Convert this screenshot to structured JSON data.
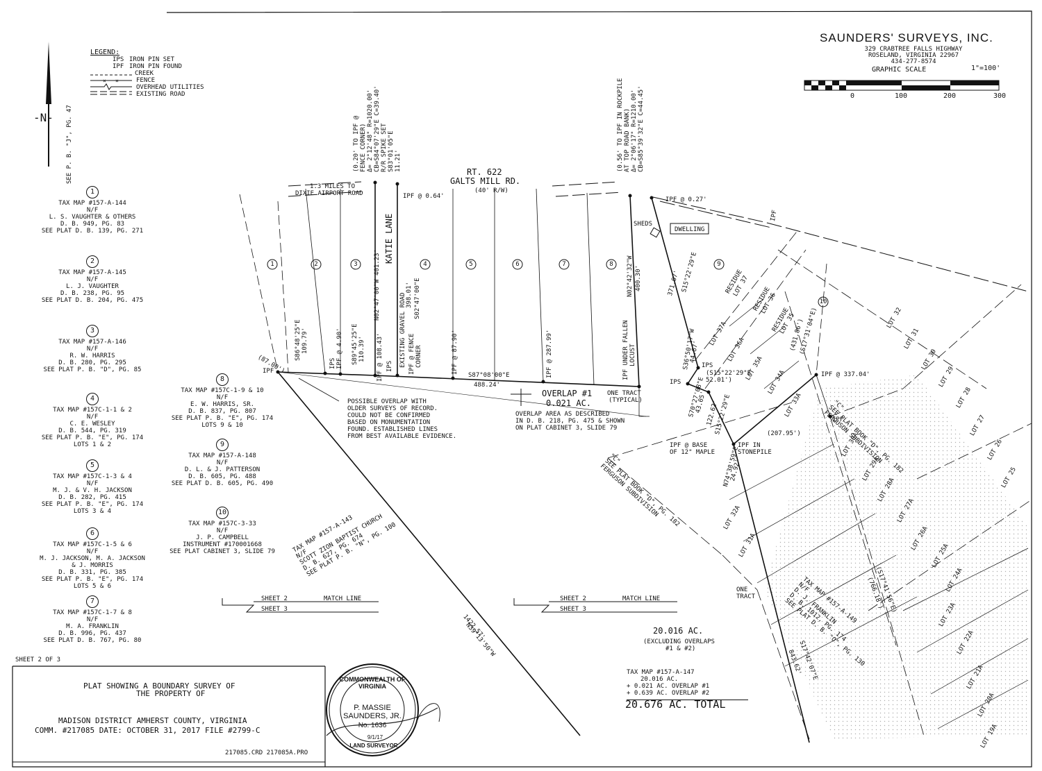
{
  "company": {
    "name": "SAUNDERS' SURVEYS, INC.",
    "address1": "329 CRABTREE FALLS HIGHWAY",
    "address2": "ROSELAND, VIRGINIA  22967",
    "phone": "434-277-8574",
    "graphic_scale_label": "GRAPHIC SCALE",
    "scale_ratio": "1\"=100'",
    "scale_ticks": [
      "0",
      "100",
      "200",
      "300"
    ]
  },
  "north": {
    "label": "-N-",
    "see_plat": "SEE P. B. \"J\", PG. 47"
  },
  "legend": {
    "title": "LEGEND:",
    "items": [
      {
        "code": "IPS",
        "text": "IRON PIN SET"
      },
      {
        "code": "IPF",
        "text": "IRON PIN FOUND"
      },
      {
        "code": "",
        "text": "CREEK"
      },
      {
        "code": "",
        "text": "FENCE"
      },
      {
        "code": "",
        "text": "OVERHEAD UTILITIES"
      },
      {
        "code": "",
        "text": "EXISTING ROAD"
      }
    ]
  },
  "owners_left": [
    {
      "num": "1",
      "lines": [
        "TAX MAP #157-A-144",
        "N/F",
        "L. S. VAUGHTER & OTHERS",
        "D. B. 949, PG. 83",
        "SEE PLAT D. B. 139, PG. 271"
      ]
    },
    {
      "num": "2",
      "lines": [
        "TAX MAP #157-A-145",
        "N/F",
        "L. J. VAUGHTER",
        "D. B. 238, PG. 95",
        "SEE PLAT D. B. 204, PG. 475"
      ]
    },
    {
      "num": "3",
      "lines": [
        "TAX MAP #157-A-146",
        "N/F",
        "R. W. HARRIS",
        "D. B. 280, PG. 295",
        "SEE PLAT P. B. \"D\", PG. 85"
      ]
    },
    {
      "num": "4",
      "lines": [
        "TAX MAP #157C-1-1 & 2",
        "N/F",
        "C. E. WESLEY",
        "D. B. 544, PG. 319",
        "SEE PLAT P. B. \"E\", PG. 174",
        "LOTS 1 & 2"
      ]
    },
    {
      "num": "5",
      "lines": [
        "TAX MAP #157C-1-3 & 4",
        "N/F",
        "M. J. & V. H. JACKSON",
        "D. B. 282, PG. 415",
        "SEE PLAT P. B. \"E\", PG. 174",
        "LOTS 3 & 4"
      ]
    },
    {
      "num": "6",
      "lines": [
        "TAX MAP #157C-1-5 & 6",
        "N/F",
        "M. J. JACKSON, M. A. JACKSON",
        "& J. MORRIS",
        "D. B. 331, PG. 385",
        "SEE PLAT P. B. \"E\", PG. 174",
        "LOTS 5 & 6"
      ]
    },
    {
      "num": "7",
      "lines": [
        "TAX MAP #157C-1-7 & 8",
        "N/F",
        "M. A. FRANKLIN",
        "D. B. 996, PG. 437",
        "SEE PLAT D. B. 767, PG. 80"
      ]
    }
  ],
  "owners_mid": [
    {
      "num": "8",
      "lines": [
        "TAX MAP #157C-1-9 & 10",
        "N/F",
        "E. W. HARRIS, SR.",
        "D. B. 837, PG. 807",
        "SEE PLAT P. B. \"E\", PG. 174",
        "LOTS 9 & 10"
      ]
    },
    {
      "num": "9",
      "lines": [
        "TAX MAP #157-A-148",
        "N/F",
        "D. L. & J. PATTERSON",
        "D. B. 605, PG. 488",
        "SEE PLAT D. B. 605, PG. 490"
      ]
    },
    {
      "num": "10",
      "lines": [
        "TAX MAP #157C-3-33",
        "N/F",
        "J. P. CAMPBELL",
        "INSTRUMENT #170001668",
        "SEE PLAT CABINET 3, SLIDE 79"
      ]
    }
  ],
  "road": {
    "route": "RT. 622",
    "name": "GALTS MILL RD.",
    "rw": "(40' R/W)",
    "dixie": "1.3 MILES TO",
    "dixie2": "DIXIE AIRPORT ROAD",
    "katie": "KATIE LANE",
    "gravel": "EXISTING GRAVEL ROAD"
  },
  "curve_notes": {
    "left": [
      "(0.20' TO IPF @",
      "FENCE CORNER)",
      "Δ= 2°12'48\" R=1020.00'",
      "CB=S84°07'29\"E C=39.40'",
      "R/R SPIKE SET",
      "S83°01'05\"E",
      "11.21'"
    ],
    "right": [
      "(0.56' TO IPF IN ROCKPILE",
      "AT TOP ROAD BANK)",
      "Δ= 2°06'17\" R=1210.00'",
      "CB=S85°39'32\"E C=44.45'"
    ]
  },
  "plat_labels": {
    "ipf_064": "IPF @ 0.64'",
    "ipf_027": "IPF @ 0.27'",
    "sheds": "SHEDS",
    "dwelling": "DWELLING",
    "ipf": "IPF",
    "ips": "IPS",
    "n02_a": "N02°47'00\"W 401.23'",
    "s02": "S02°47'00\"E",
    "s02_len": "398.01'",
    "n02_b": "N02°42'32\"W",
    "n02_b_len": "400.30'",
    "s15_a": "S15°22'29\"E",
    "s15_a_len": "371.07'",
    "s86": "S86°48'25\"E",
    "s86_len": "109.79'",
    "s89": "S89°45'25\"E",
    "s89_len": "110.39'",
    "ipf_490": "IPF @ 4.90'",
    "ipf_10843": "IPF @ 108.43'",
    "ipf_fence": "IPF @ FENCE",
    "corner": "CORNER",
    "ipf_8790": "IPF @ 87.90'",
    "ipf_28799": "IPF @ 287.99'",
    "ipf_under": "IPF UNDER FALLEN",
    "locust": "LOCUST",
    "s87": "S87°08'00\"E",
    "s87_len": "488.24'",
    "one_tract": "ONE TRACT",
    "typical": "(TYPICAL)",
    "overlap1": "OVERLAP #1",
    "overlap1_ac": "0.021 AC.",
    "overlap1_note": [
      "OVERLAP AREA AS DESCRIBED",
      "IN D. B. 218, PG. 475 & SHOWN",
      "ON PLAT CABINET 3, SLIDE 79"
    ],
    "possible": [
      "POSSIBLE OVERLAP WITH",
      "OLDER SURVEYS OF RECORD.",
      "COULD NOT BE CONFIRMED",
      "BASED ON MONUMENTATION",
      "FOUND.  ESTABLISHED LINES",
      "FROM BEST AVAILABLE EVIDENCE."
    ],
    "dist_87": "(87.00')",
    "s36": "S36°50'17\"W",
    "s36_len": "44.67'",
    "s15_paren": "(S15°22'29\"E",
    "s15_paren_len": "52.01')",
    "s70": "S70°27'08\"E",
    "s70_len": "43.05'",
    "s15_b": "S15°22'29\"E",
    "s15_b_len": "122.62'",
    "ipf_maple": "IPF @ BASE",
    "ipf_maple2": "OF 12\" MAPLE",
    "ipf_stone": "IPF IN",
    "ipf_stone2": "STONEPILE",
    "dist_207": "(207.95')",
    "n74": "N74°38'59\"E",
    "n74_len": "24.92'",
    "ipf_337": "IPF @ 337.04'",
    "s17a": "(S17°31'04\"E)",
    "s17a_len": "(431.86')",
    "s17b": "(S17°41'56\"E)",
    "s17b_len": "(766.18')",
    "s17c": "S17°42'07\"E",
    "s17c_len": "843.62'",
    "n39": "N39°13'50\"W",
    "n39_len": "1422.57'",
    "scott": [
      "TAX MAP #157-A-143",
      "N/F",
      "SCOTT ZION BAPTIST CHURCH",
      "D. B. 627, PG. 674",
      "SEE PLAT P. B. \"N\", PG. 100"
    ],
    "franklin": [
      "TAX MAP #157-A-149",
      "N/F",
      "D. J. FRANKLIN",
      "D. B. 1012, PG. 174",
      "SEE PLAT D. B. \"O\", PG. 130"
    ],
    "ferguson_left": [
      "\"C\"",
      "SEE PLAT BOOK \"D\", PG. 182",
      "FERGUSON SUBDIVISION"
    ],
    "ferguson_right": [
      "\"C\"",
      "SEE PLAT BOOK \"D\", PG. 182",
      "FERGUSON SUBDIVISION"
    ],
    "residue37": [
      "RESIDUE",
      "LOT 37"
    ],
    "residue36": [
      "RESIDUE",
      "LOT 36"
    ],
    "residue35": [
      "RESIDUE",
      "LOT 35"
    ],
    "one_tract2": [
      "ONE",
      "TRACT"
    ]
  },
  "tracts": [
    "1",
    "2",
    "3",
    "4",
    "5",
    "6",
    "7",
    "8",
    "9",
    "10"
  ],
  "lots_a": [
    "LOT 37A",
    "LOT 36A",
    "LOT 35A",
    "LOT 34A",
    "LOT 33A",
    "LOT 32A",
    "LOT 31A",
    "LOT 30A",
    "LOT 29A",
    "LOT 28A",
    "LOT 27A",
    "LOT 26A",
    "LOT 25A",
    "LOT 24A",
    "LOT 23A",
    "LOT 22A",
    "LOT 21A",
    "LOT 20A",
    "LOT 19A"
  ],
  "lots": [
    "LOT 32",
    "LOT 31",
    "LOT 30",
    "LOT 29",
    "LOT 28",
    "LOT 27",
    "LOT 26",
    "LOT 25"
  ],
  "match_line": {
    "sheet2": "SHEET 2",
    "match": "MATCH LINE",
    "sheet3": "SHEET 3"
  },
  "sheet_of": "SHEET 2 OF 3",
  "acreage": {
    "total_main": "20.016 AC.",
    "excl": "(EXCLUDING OVERLAPS",
    "excl2": "#1 & #2)",
    "tm": "TAX MAP #157-A-147",
    "l1": "20.016 AC.",
    "l2": "+ 0.021 AC. OVERLAP #1",
    "l3": "+ 0.639 AC. OVERLAP #2",
    "total": "20.676 AC. TOTAL"
  },
  "title_block": {
    "line1": "PLAT SHOWING A BOUNDARY SURVEY OF",
    "line2": "THE PROPERTY OF",
    "district": "MADISON DISTRICT   AMHERST COUNTY, VIRGINIA",
    "comm": "COMM. #217085  DATE: OCTOBER 31, 2017  FILE #2799-C",
    "files": "217085.CRD  217085A.PRO"
  },
  "seal": {
    "ring_top": "COMMONWEALTH OF VIRGINIA",
    "ring_bottom": "LAND SURVEYOR",
    "name1": "P. MASSIE",
    "name2": "SAUNDERS, JR.",
    "no": "No. 1636",
    "date": "9/1/17"
  }
}
